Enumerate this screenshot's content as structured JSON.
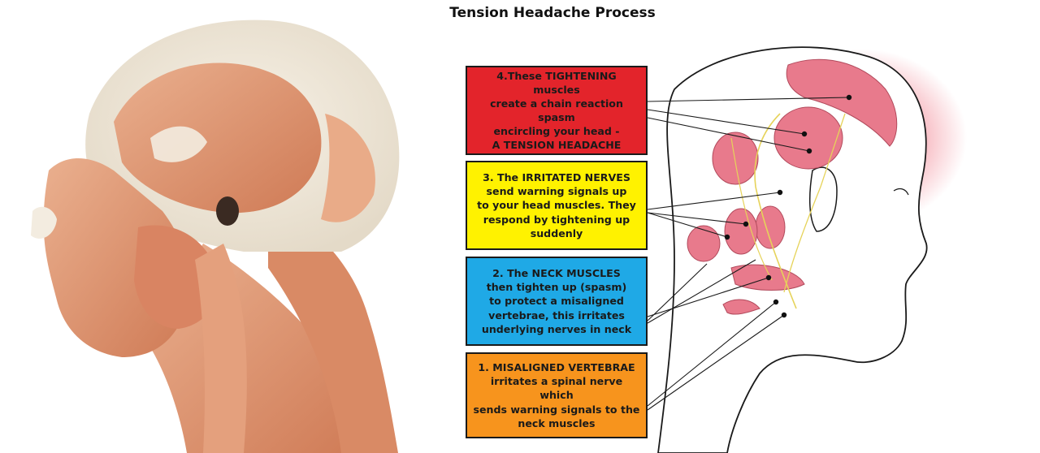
{
  "title": "Tension Headache Process",
  "steps": [
    {
      "text": "4.These TIGHTENING muscles\ncreate a chain reaction spasm\nencircling your head -\nA TENSION HEADACHE",
      "color": "#e3242b"
    },
    {
      "text": "3. The IRRITATED NERVES\nsend warning signals up\nto your head muscles. They\nrespond by tightening up\nsuddenly",
      "color": "#fff200"
    },
    {
      "text": "2. The NECK MUSCLES\nthen tighten up (spasm)\nto protect a misaligned\nvertebrae, this irritates\nunderlying nerves in neck",
      "color": "#1fa9e6"
    },
    {
      "text": "1. MISALIGNED VERTEBRAE\nirritates a spinal nerve which\nsends warning signals to the\nneck muscles",
      "color": "#f7941d"
    }
  ],
  "colors": {
    "muscle": "#e8a07c",
    "muscle_dark": "#c9704d",
    "tendon": "#f3ece0",
    "spasm": "#e87a8c",
    "glow": "#f7b8c0",
    "nerve": "#e6d35a"
  }
}
